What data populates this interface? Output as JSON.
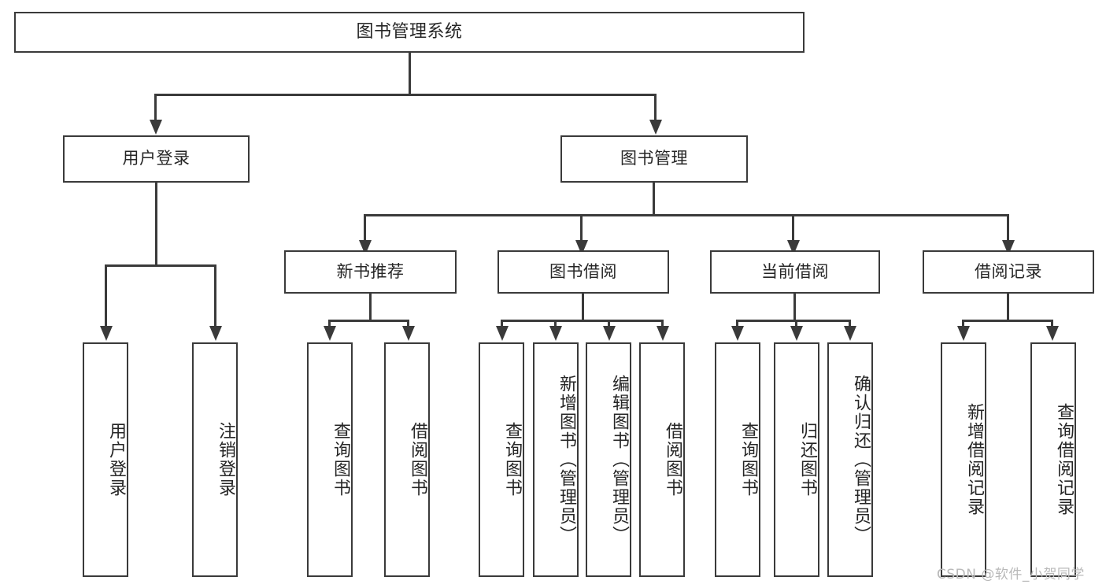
{
  "diagram": {
    "title": "图书管理系统",
    "type": "hierarchy-tree",
    "root": {
      "label": "图书管理系统"
    },
    "level2": [
      {
        "label": "用户登录"
      },
      {
        "label": "图书管理"
      }
    ],
    "level3": [
      {
        "label": "新书推荐"
      },
      {
        "label": "图书借阅"
      },
      {
        "label": "当前借阅"
      },
      {
        "label": "借阅记录"
      }
    ],
    "leaves": {
      "user_login": [
        {
          "label": "用户登录"
        },
        {
          "label": "注销登录"
        }
      ],
      "new_book_recommend": [
        {
          "label": "查询图书"
        },
        {
          "label": "借阅图书"
        }
      ],
      "book_borrow": [
        {
          "label": "查询图书"
        },
        {
          "label": "新增图书（管理员）"
        },
        {
          "label": "编辑图书（管理员）"
        },
        {
          "label": "借阅图书"
        }
      ],
      "current_borrow": [
        {
          "label": "查询图书"
        },
        {
          "label": "归还图书"
        },
        {
          "label": "确认归还（管理员）"
        }
      ],
      "borrow_record": [
        {
          "label": "新增借阅记录"
        },
        {
          "label": "查询借阅记录"
        }
      ]
    }
  },
  "watermark": {
    "text": "CSDN @软件_小贺同学"
  },
  "colors": {
    "stroke": "#3a3a3a",
    "text": "#262626",
    "background": "#ffffff",
    "watermark": "#b9b9b9"
  }
}
